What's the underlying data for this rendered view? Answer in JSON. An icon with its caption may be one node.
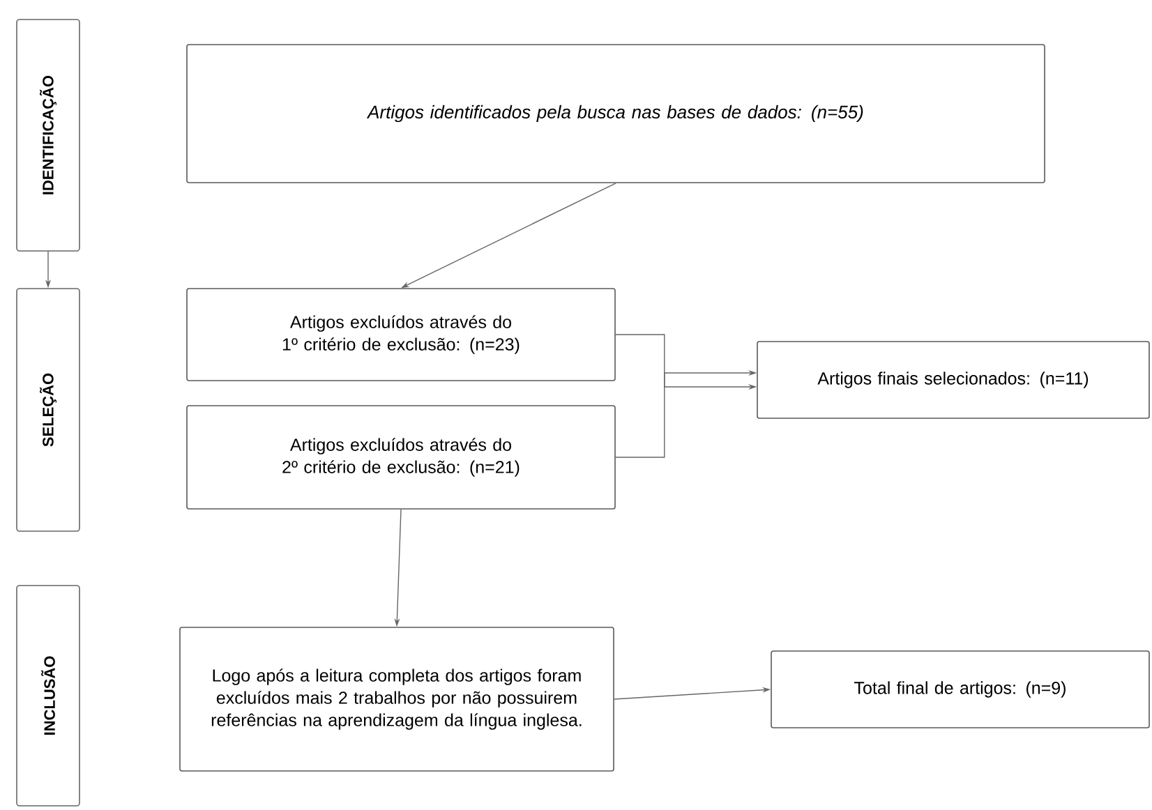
{
  "diagram": {
    "nodes": [
      {
        "text": [
          "IDENTIFICAÇÃO"
        ]
      },
      {
        "text": [
          "SELEÇÃO"
        ]
      },
      {
        "text": [
          "INCLUSÃO"
        ]
      },
      {
        "text": [
          "Artigos identificados pela busca nas bases de dados: (n=55)"
        ]
      },
      {
        "text": [
          "Artigos excluídos através do 1º critério de exclusão: (n=23)"
        ]
      },
      {
        "text": [
          "Artigos excluídos através do 2º critério de exclusão: (n=21)"
        ]
      },
      {
        "text": [
          "Artigos finais selecionados: (n=11)"
        ]
      },
      {
        "text": [
          "Logo após a leitura completa dos artigos foram excluídos mais 2 trabalhos por não possuirem referências na aprendizagem da língua inglesa."
        ]
      },
      {
        "text": [
          "Total final de artigos: (n=9)"
        ]
      }
    ],
    "edges": [
      {
        "from": 0,
        "to": 1,
        "arrow": "to"
      },
      {
        "from": 3,
        "to": 4,
        "arrow": "to"
      },
      {
        "from": 4,
        "to": 6,
        "arrow": "to"
      },
      {
        "from": 5,
        "to": 6,
        "arrow": "to"
      },
      {
        "from": 5,
        "to": 7,
        "arrow": "to"
      },
      {
        "from": 7,
        "to": 8,
        "arrow": "to"
      }
    ]
  }
}
